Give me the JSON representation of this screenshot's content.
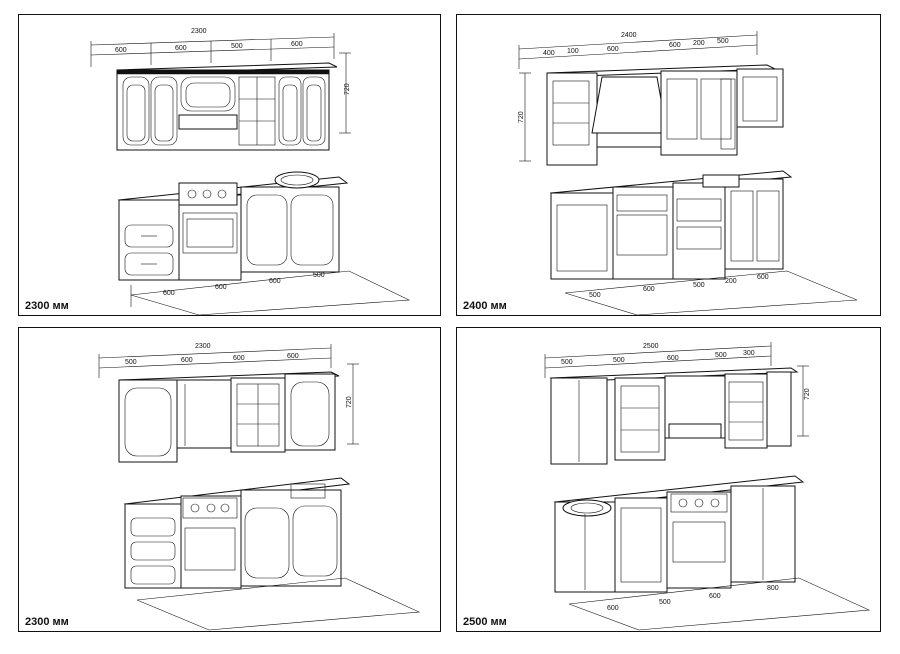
{
  "panels": [
    {
      "caption": "2300 мм",
      "top_total": "2300",
      "top_segments": [
        "600",
        "600",
        "500",
        "600"
      ],
      "height": "720",
      "bottom_segments": [
        "600",
        "600",
        "600",
        "500"
      ]
    },
    {
      "caption": "2400 мм",
      "top_total": "2400",
      "top_segments": [
        "400",
        "100",
        "600",
        "600",
        "200",
        "500"
      ],
      "height": "720",
      "bottom_segments": [
        "500",
        "600",
        "500",
        "200",
        "600"
      ]
    },
    {
      "caption": "2300 мм",
      "top_total": "2300",
      "top_segments": [
        "500",
        "600",
        "600",
        "600"
      ],
      "height": "720",
      "bottom_segments": []
    },
    {
      "caption": "2500 мм",
      "top_total": "2500",
      "top_segments": [
        "500",
        "500",
        "600",
        "500",
        "300"
      ],
      "height": "720",
      "bottom_segments": [
        "600",
        "500",
        "600",
        "800"
      ]
    }
  ]
}
